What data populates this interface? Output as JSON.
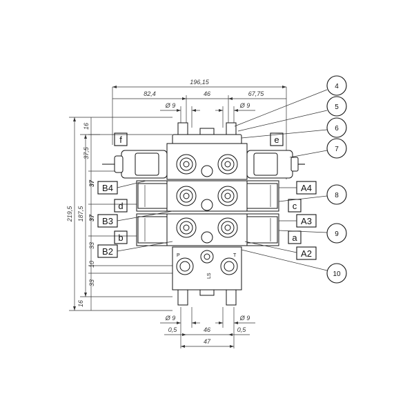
{
  "dimensions": {
    "overall_width": "196,15",
    "left_offset": "82,4",
    "center_span": "46",
    "right_offset": "67,75",
    "top_left_bore": "Ø 9",
    "top_right_bore": "Ø 9",
    "total_height": "219,5",
    "module_height": "187,5",
    "h_top": "16",
    "h_375": "37,5",
    "h_37a": "37",
    "h_37b": "37",
    "h_33a": "33",
    "h_10": "10",
    "h_33b": "33",
    "h_bottom": "16",
    "bottom_left_bore": "Ø 9",
    "bottom_right_bore": "Ø 9",
    "bottom_left_gap": "0,5",
    "bottom_center": "46",
    "bottom_right_gap": "0,5",
    "bottom_total": "47"
  },
  "port_labels": {
    "f": "f",
    "e": "e",
    "B4": "B4",
    "A4": "A4",
    "d": "d",
    "c": "c",
    "B3": "B3",
    "A3": "A3",
    "b": "b",
    "a": "a",
    "B2": "B2",
    "A2": "A2"
  },
  "callouts": [
    "4",
    "5",
    "6",
    "7",
    "8",
    "9",
    "10"
  ],
  "body_marks": {
    "p": "P",
    "t": "T",
    "ls": "LS"
  }
}
